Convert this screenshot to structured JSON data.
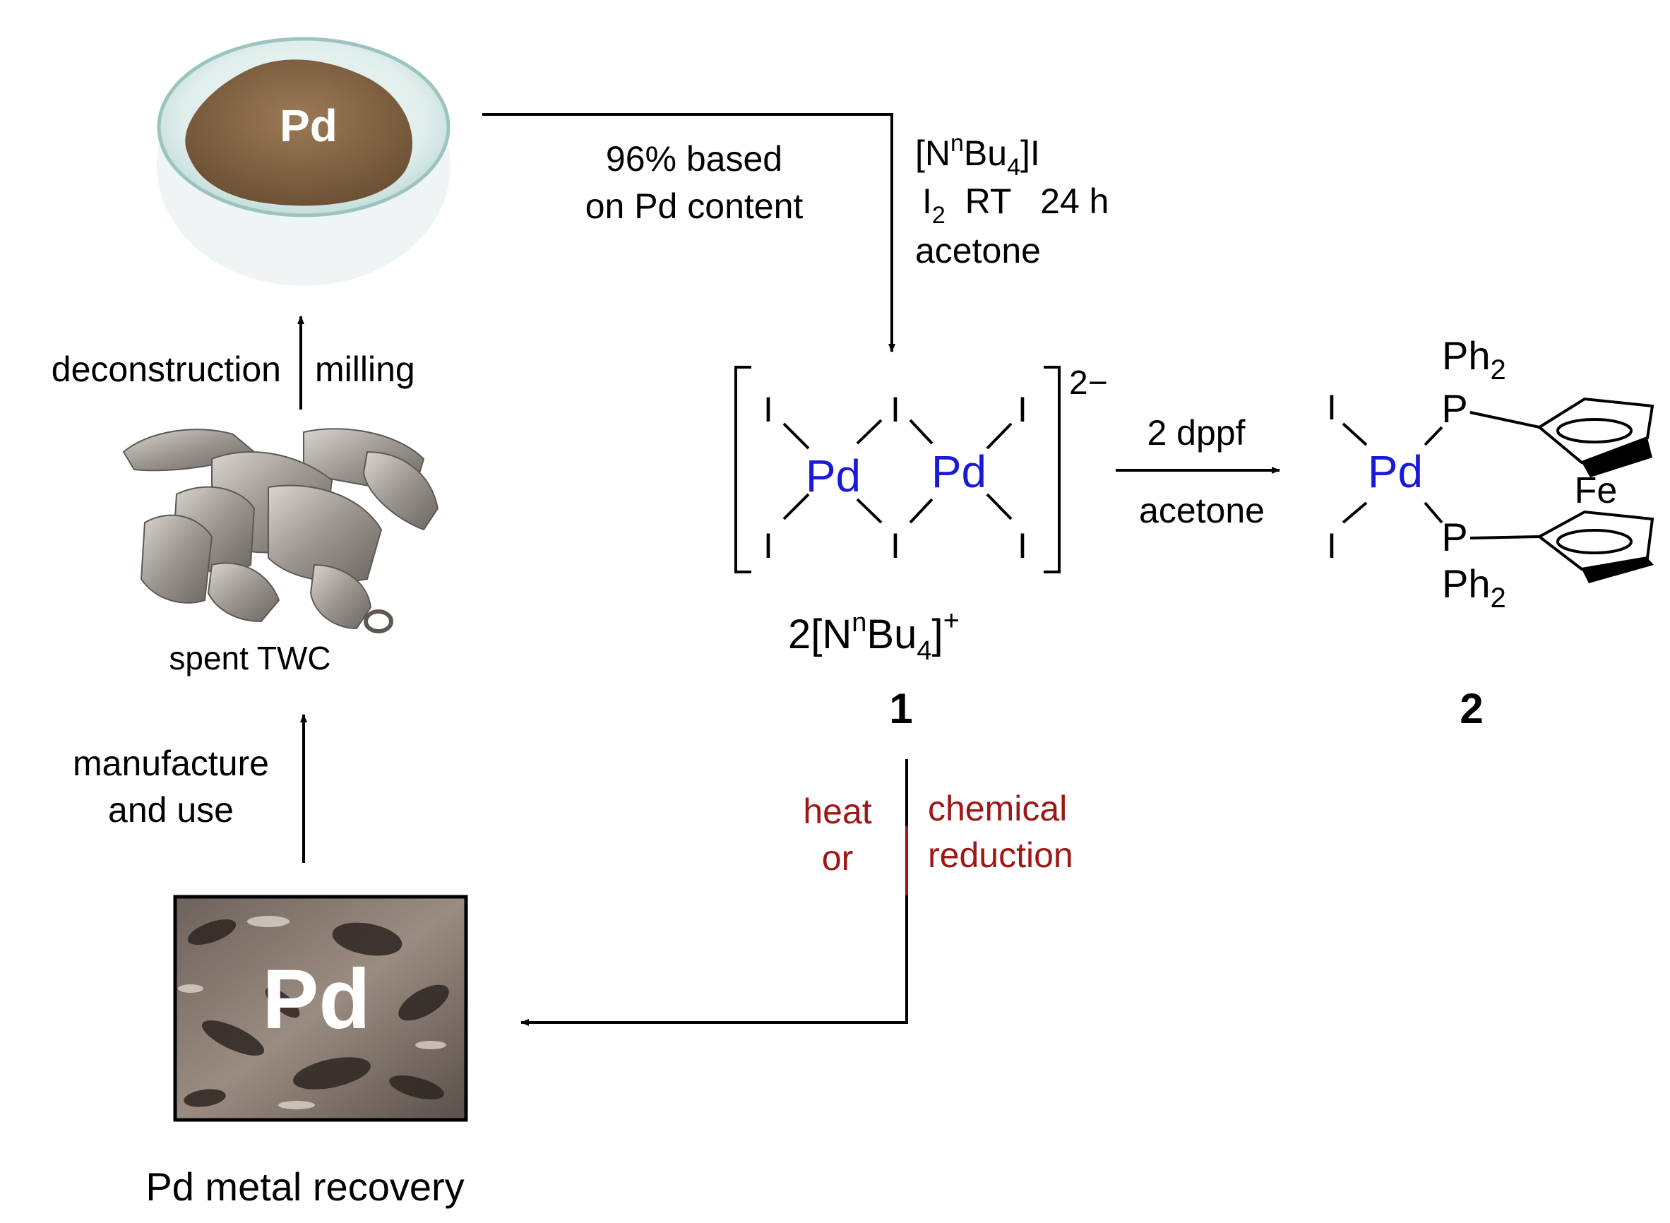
{
  "colors": {
    "ink": "#000000",
    "palladium": "#1a1ad6",
    "reduction": "#a01515",
    "powder": "#8a6a48",
    "dish": "#cfe5e2",
    "catalyst_metal": "#9a958e",
    "micrograph_bg": "#7d7068"
  },
  "icons": {
    "pd_powder_photo": "palladium-powder-in-petri-dish",
    "spent_twc_photo": "pile-of-spent-catalytic-converters",
    "recovery_photo": "palladium-metal-micrograph"
  },
  "start_material": {
    "powder_label": "Pd"
  },
  "left_cycle": {
    "step1_left": "deconstruction",
    "step1_right": "milling",
    "spent_label": "spent TWC",
    "step2_line1": "manufacture",
    "step2_line2": "and use",
    "recovery_photo_label": "Pd",
    "recovery_caption": "Pd metal recovery"
  },
  "reaction1": {
    "yield_line1": "96% based",
    "yield_line2": "on Pd content",
    "reagent1_main": "[N",
    "reagent1_sup": "n",
    "reagent1_bu": "Bu",
    "reagent1_sub": "4",
    "reagent1_end": "]I",
    "reagent2_main": "I",
    "reagent2_sub": "2",
    "reagent2_rest": "  RT   24 h",
    "reagent3": "acetone"
  },
  "compound1": {
    "pd_left": "Pd",
    "pd_right": "Pd",
    "iodide": "I",
    "charge": "2−",
    "counterion_coeff": "2[N",
    "counterion_sup": "n",
    "counterion_bu": "Bu",
    "counterion_sub": "4",
    "counterion_close": "]",
    "counterion_charge": "+",
    "number": "1"
  },
  "reaction2": {
    "above": "2 dppf",
    "below": "acetone"
  },
  "compound2": {
    "pd": "Pd",
    "iodide": "I",
    "phosphorus": "P",
    "ph": "Ph",
    "ph_sub": "2",
    "iron": "Fe",
    "number": "2"
  },
  "reduction": {
    "left_line1": "heat",
    "left_line2": "or",
    "right_line1": "chemical",
    "right_line2": "reduction"
  }
}
